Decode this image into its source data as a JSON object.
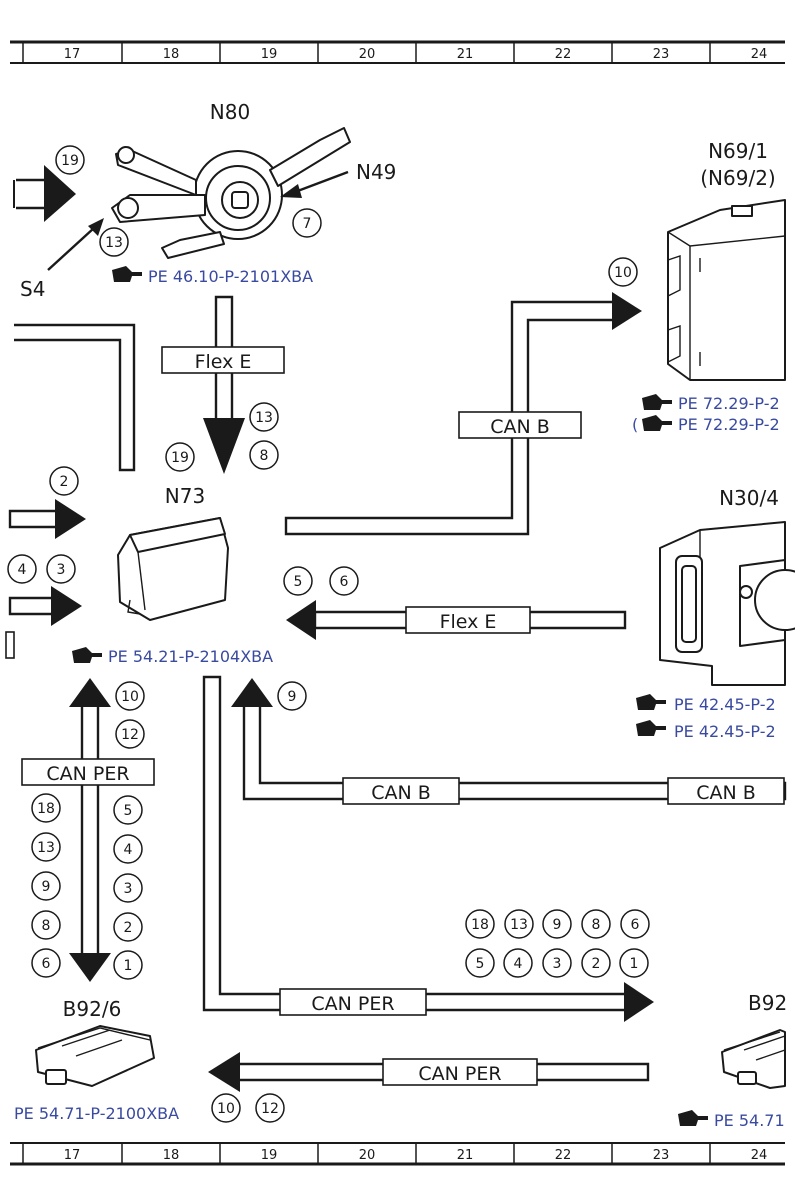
{
  "ruler": {
    "columns": [
      "17",
      "18",
      "19",
      "20",
      "21",
      "22",
      "23",
      "24"
    ]
  },
  "components": {
    "n80": "N80",
    "n49": "N49",
    "s4": "S4",
    "n69_1": "N69/1",
    "n69_2": "(N69/2)",
    "n73": "N73",
    "n30_4": "N30/4",
    "b92_6": "B92/6",
    "b92_right": "B92"
  },
  "references": {
    "n80_ref": "PE 46.10-P-2101XBA",
    "n69_ref_1": "PE 72.29-P-2",
    "n69_ref_2": "PE 72.29-P-2",
    "n69_ref_2_prefix": "(",
    "n73_ref": "PE 54.21-P-2104XBA",
    "n30_ref_1": "PE 42.45-P-2",
    "n30_ref_2": "PE 42.45-P-2",
    "b92_6_ref": "PE 54.71-P-2100XBA",
    "b92_right_ref": "PE 54.71"
  },
  "bus_labels": {
    "flex_e_top": "Flex E",
    "can_b_top": "CAN B",
    "flex_e_mid": "Flex E",
    "can_per_left": "CAN PER",
    "can_b_bottom_1": "CAN B",
    "can_b_bottom_2": "CAN B",
    "can_per_mid": "CAN PER",
    "can_per_bottom": "CAN PER"
  },
  "signal_numbers": {
    "n80_in": "19",
    "s4_13": "13",
    "n49_7": "7",
    "n69_10": "10",
    "flex_e_13": "13",
    "flex_e_8": "8",
    "flex_e_19": "19",
    "left_2": "2",
    "left_4": "4",
    "left_3": "3",
    "flexmid_5": "5",
    "flexmid_6": "6",
    "canb_9": "9",
    "canper_left_up": [
      "10",
      "12"
    ],
    "canper_left_col1": [
      "18",
      "13",
      "9",
      "8",
      "6"
    ],
    "canper_left_col2": [
      "5",
      "4",
      "3",
      "2",
      "1"
    ],
    "canper_mid_row1": [
      "18",
      "13",
      "9",
      "8",
      "6"
    ],
    "canper_mid_row2": [
      "5",
      "4",
      "3",
      "2",
      "1"
    ],
    "canper_bottom": [
      "10",
      "12"
    ]
  }
}
